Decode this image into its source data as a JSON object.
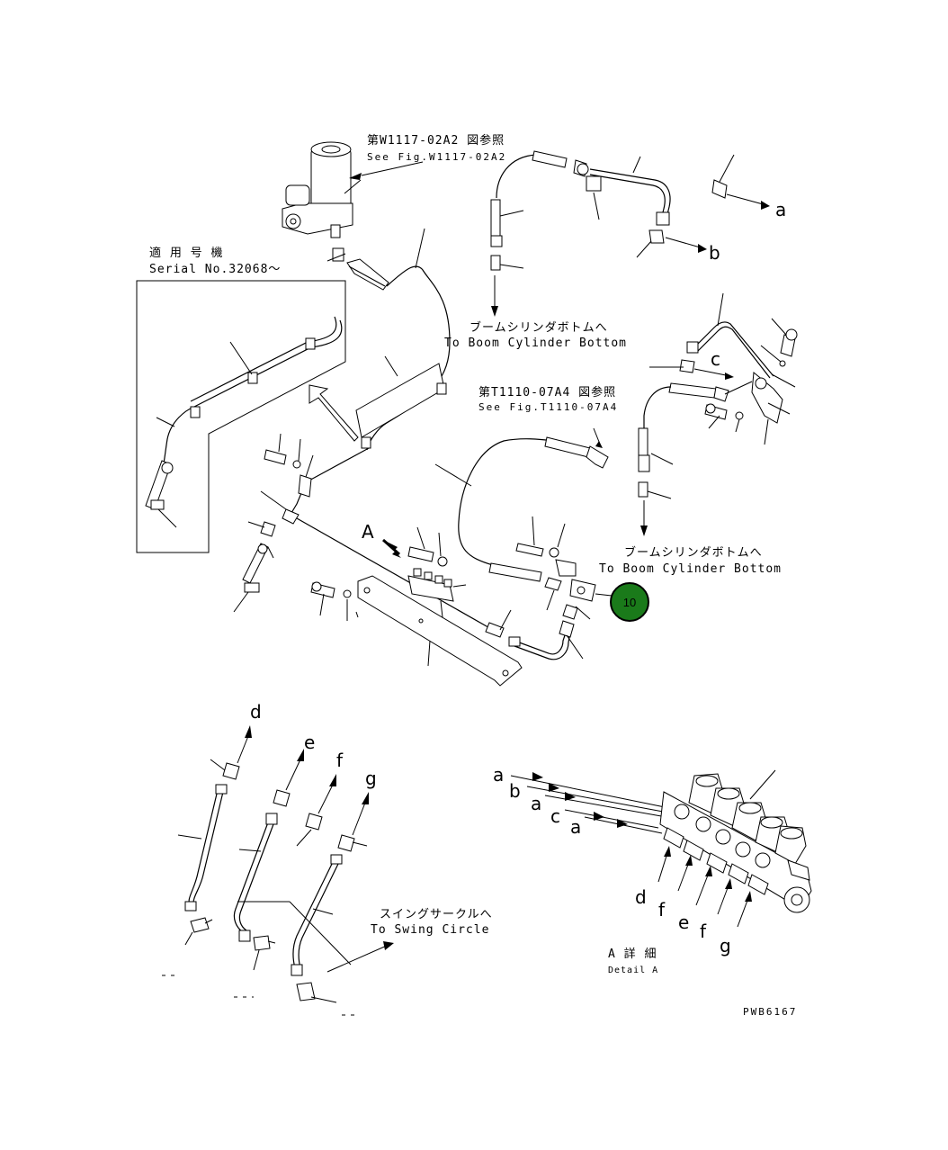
{
  "labels": {
    "fig_ref_1_jp": "第W1117-02A2 図参照",
    "fig_ref_1_en": "See Fig.W1117-02A2",
    "applicable_jp": "適 用 号 機",
    "serial": "Serial No.32068～",
    "boom_jp_1": "ブームシリンダボトムへ",
    "boom_en_1": "To Boom Cylinder Bottom",
    "fig_ref_2_jp": "第T1110-07A4 図参照",
    "fig_ref_2_en": "See Fig.T1110-07A4",
    "boom_jp_2": "ブームシリンダボトムへ",
    "boom_en_2": "To Boom Cylinder Bottom",
    "view_arrow": "A",
    "swing_jp": "スイングサークルへ",
    "swing_en": "To Swing Circle",
    "detail_jp": "A 詳 細",
    "detail_en": "Detail A",
    "drawing_no": "PWB6167"
  },
  "port_letters": {
    "top_a": "a",
    "top_b": "b",
    "right_c": "c",
    "lower_d": "d",
    "lower_e": "e",
    "lower_f": "f",
    "lower_g": "g",
    "detail_a1": "a",
    "detail_b": "b",
    "detail_a2": "a",
    "detail_c": "c",
    "detail_a3": "a",
    "detail_d": "d",
    "detail_f1": "f",
    "detail_e": "e",
    "detail_f2": "f",
    "detail_g": "g"
  },
  "callout": {
    "number": "10",
    "color": "#1a7a1a"
  },
  "colors": {
    "line": "#000000",
    "background": "#ffffff"
  }
}
